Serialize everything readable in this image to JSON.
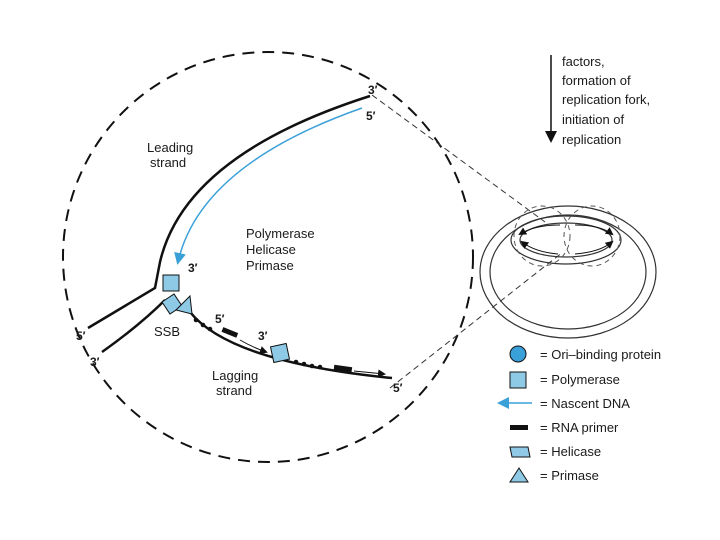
{
  "labels": {
    "leading_line1": "Leading",
    "leading_line2": "strand",
    "lagging_line1": "Lagging",
    "lagging_line2": "strand",
    "enzymes_line1": "Polymerase",
    "enzymes_line2": "Helicase",
    "enzymes_line3": "Primase",
    "ssb": "SSB",
    "end_3_top": "3′",
    "end_5_top": "5′",
    "end_3_poly": "3′",
    "end_5_left": "5′",
    "end_3_left": "3′",
    "end_5_primer": "5′",
    "end_3_mid": "3′",
    "end_5_bottom": "5′"
  },
  "process_text": [
    "factors,",
    "formation of",
    "replication fork,",
    "initiation of",
    "replication"
  ],
  "legend": [
    {
      "symbol": "ori-binding-protein",
      "label": "= Ori–binding protein"
    },
    {
      "symbol": "polymerase",
      "label": "= Polymerase"
    },
    {
      "symbol": "nascent-dna",
      "label": "= Nascent DNA"
    },
    {
      "symbol": "rna-primer",
      "label": "= RNA primer"
    },
    {
      "symbol": "helicase",
      "label": "= Helicase"
    },
    {
      "symbol": "primase",
      "label": "= Primase"
    }
  ],
  "colors": {
    "protein_fill": "#8ecae6",
    "nascent_dna": "#3aa0d8",
    "strand": "#111111"
  }
}
